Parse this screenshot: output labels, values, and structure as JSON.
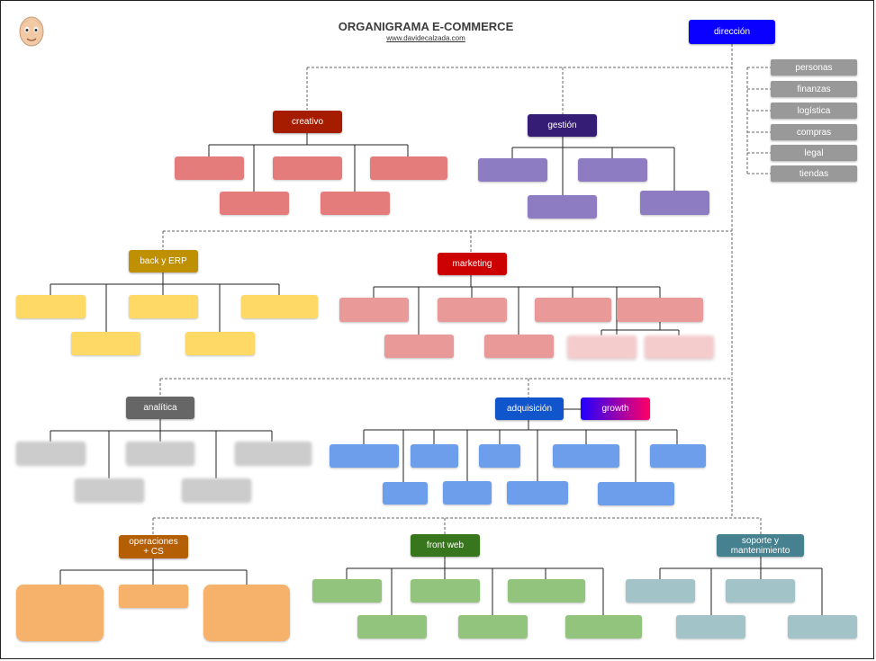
{
  "header": {
    "title": "ORGANIGRAMA E-COMMERCE",
    "subtitle": "www.davidecalzada.com",
    "avatar_icon": "avatar-face-icon"
  },
  "top": {
    "label": "dirección",
    "color": "#0a00ff"
  },
  "side_units": [
    "personas",
    "finanzas",
    "logística",
    "compras",
    "legal",
    "tiendas"
  ],
  "departments": {
    "creativo": {
      "label": "creativo",
      "color": "#a61c00"
    },
    "gestion": {
      "label": "gestión",
      "color": "#351c75"
    },
    "back_erp": {
      "label": "back y ERP",
      "color": "#bf9000"
    },
    "marketing": {
      "label": "marketing",
      "color": "#cc0000"
    },
    "analitica": {
      "label": "analítica",
      "color": "#666666"
    },
    "adquisicion": {
      "label": "adquisición",
      "color": "#1155cc"
    },
    "growth": {
      "label": "growth",
      "gradient": [
        "#2200ff",
        "#ff0066"
      ]
    },
    "operaciones": {
      "label": "operaciones\n+ CS",
      "color": "#b45f06"
    },
    "front_web": {
      "label": "front web",
      "color": "#38761d"
    },
    "soporte": {
      "label": "soporte y\nmantenimiento",
      "color": "#45818e"
    }
  },
  "leaf_colors": {
    "creativo": "#e06666",
    "gestion": "#8e7cc3",
    "back_erp": "#ffd966",
    "marketing": "#ea9999",
    "marketing_light": "#f4cccc",
    "analitica": "#cccccc",
    "adquisicion": "#6d9eeb",
    "operaciones": "#f6b26b",
    "front_web": "#93c47d",
    "soporte": "#a2c4c9"
  }
}
